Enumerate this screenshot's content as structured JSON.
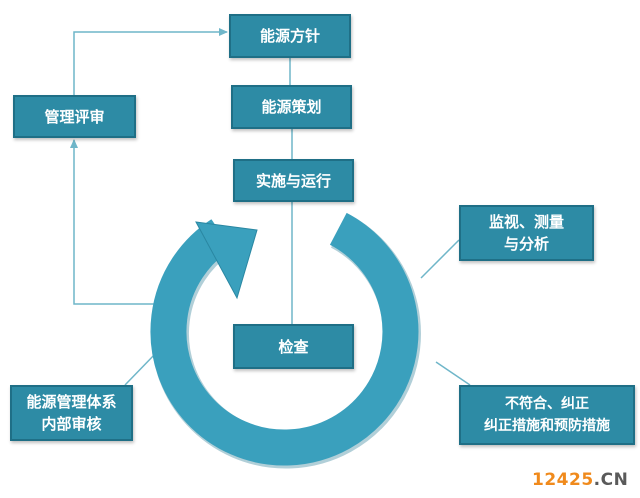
{
  "diagram": {
    "boxes": {
      "policy": "能源方针",
      "planning": "能源策划",
      "implementation": "实施与运行",
      "management_review": "管理评审",
      "check": "检查",
      "monitoring_line1": "监视、测量",
      "monitoring_line2": "与分析",
      "internal_audit_line1": "能源管理体系",
      "internal_audit_line2": "内部审核",
      "nonconformity_line1": "不符合、纠正",
      "nonconformity_line2": "纠正措施和预防措施"
    },
    "colors": {
      "box_fill": "#2d8ba5",
      "box_border": "#1f6f86",
      "cycle_arrow": "#3aa0bd",
      "connector": "#6fb6c9"
    }
  },
  "watermark": {
    "number": "12425",
    "domain": ".CN"
  }
}
